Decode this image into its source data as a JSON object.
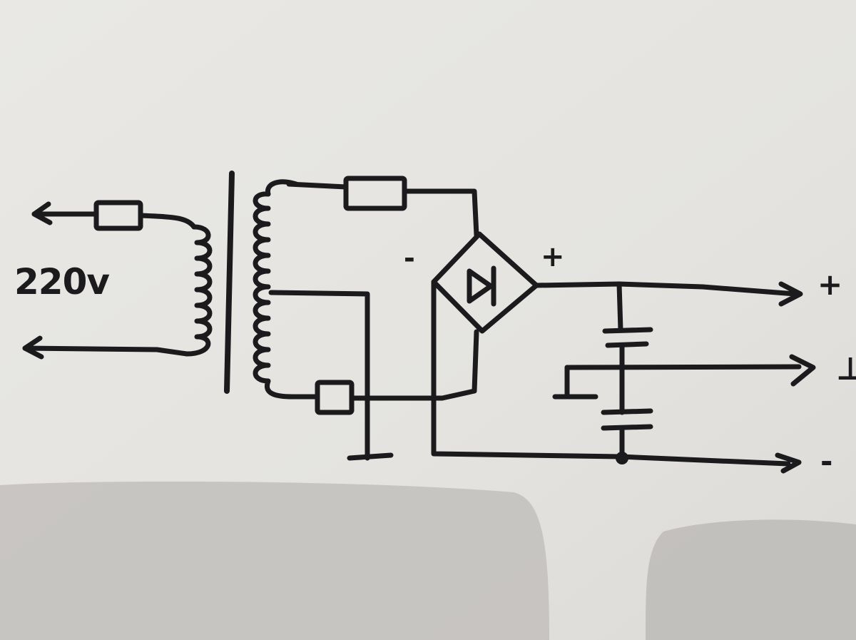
{
  "paper_color": "#e6e5e1",
  "ink_color": "#1b1b1d",
  "labels": {
    "input_voltage": "220v",
    "bridge_minus": "-",
    "bridge_plus": "+",
    "output_plus": "+",
    "output_mid": "⊥",
    "output_minus": "-"
  },
  "components": {
    "transformer": "transformer",
    "fuses": [
      "fuse-primary",
      "fuse-secondary-top",
      "fuse-secondary-bottom"
    ],
    "rectifier": "diode-bridge",
    "capacitors": [
      "capacitor-upper",
      "capacitor-lower"
    ],
    "grounds": [
      "ground-center-tap",
      "ground-output"
    ]
  }
}
